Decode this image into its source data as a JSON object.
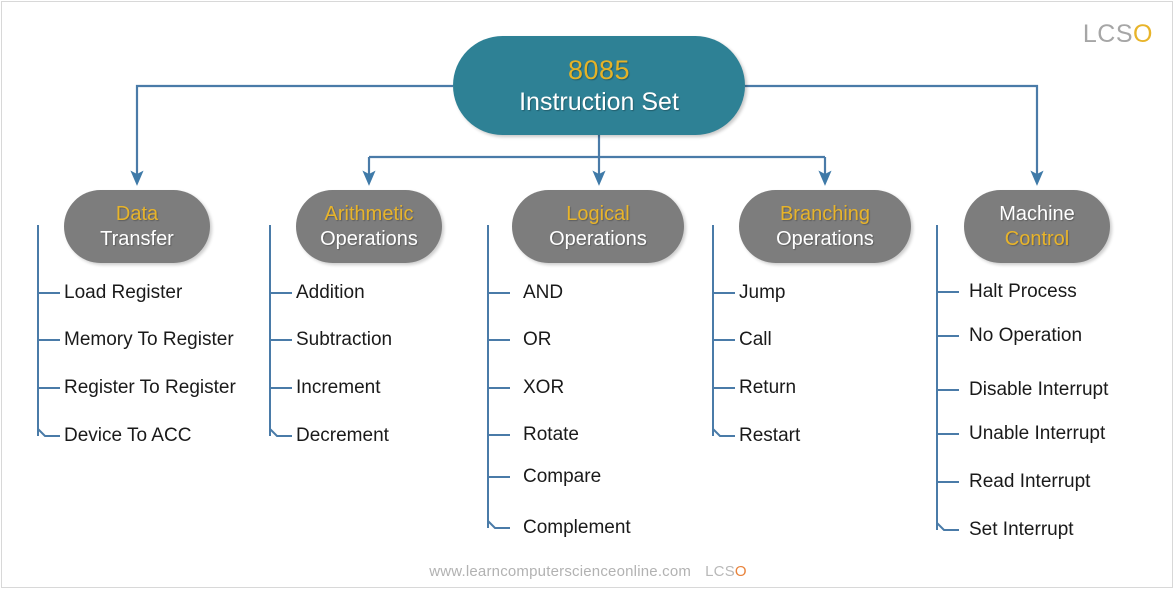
{
  "diagram": {
    "title": "8085 Instruction Set",
    "type": "tree-diagram",
    "colors": {
      "root_fill": "#2e8195",
      "category_fill": "#7d7d7d",
      "accent_gold": "#e8b42a",
      "connector": "#4a7ba8",
      "text_white": "#ffffff",
      "leaf_text": "#1a1a1a"
    }
  },
  "root": {
    "line1": "8085",
    "line2": "Instruction Set"
  },
  "categories": [
    {
      "line1": "Data",
      "line2": "Transfer",
      "line1_color": "gold",
      "line2_color": "white",
      "items": [
        "Load Register",
        "Memory To Register",
        "Register To Register",
        "Device To ACC"
      ]
    },
    {
      "line1": "Arithmetic",
      "line2": "Operations",
      "line1_color": "gold",
      "line2_color": "white",
      "items": [
        "Addition",
        "Subtraction",
        "Increment",
        "Decrement"
      ]
    },
    {
      "line1": "Logical",
      "line2": "Operations",
      "line1_color": "gold",
      "line2_color": "white",
      "items": [
        "AND",
        "OR",
        "XOR",
        "Rotate",
        "Compare",
        "Complement"
      ]
    },
    {
      "line1": "Branching",
      "line2": "Operations",
      "line1_color": "gold",
      "line2_color": "white",
      "items": [
        "Jump",
        "Call",
        "Return",
        "Restart"
      ]
    },
    {
      "line1": "Machine",
      "line2": "Control",
      "line1_color": "white",
      "line2_color": "gold",
      "items": [
        "Halt Process",
        "No Operation",
        "Disable Interrupt",
        "Unable Interrupt",
        "Read Interrupt",
        "Set Interrupt"
      ]
    }
  ],
  "watermark_top": {
    "text_gray": "LCS",
    "text_gold": "O"
  },
  "footer": {
    "url": "www.learncomputerscienceonline.com",
    "brand_gray": "LCS",
    "brand_orange": "O"
  }
}
